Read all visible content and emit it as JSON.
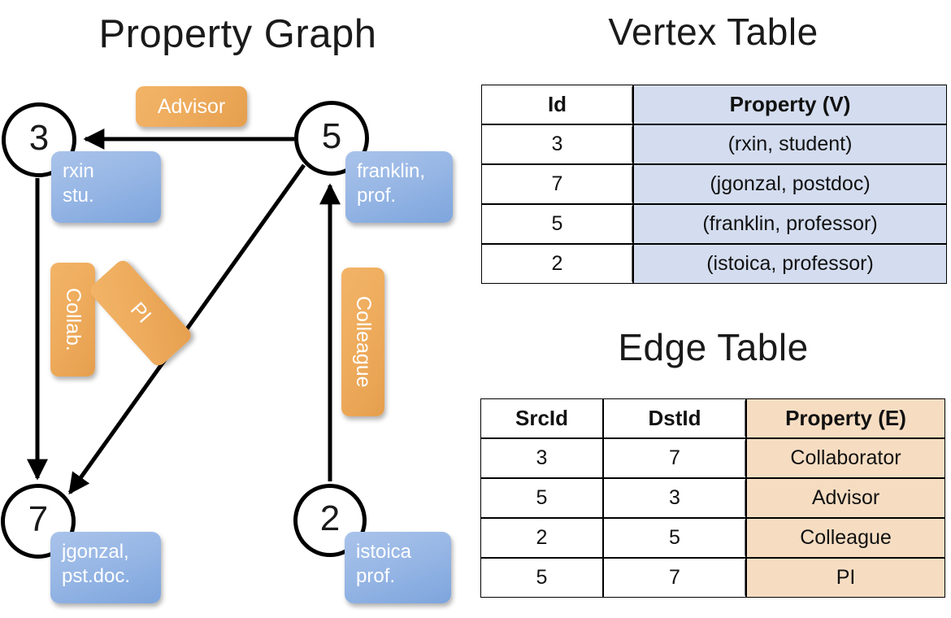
{
  "titles": {
    "property_graph": "Property Graph",
    "vertex_table": "Vertex Table",
    "edge_table": "Edge Table"
  },
  "graph": {
    "nodes": [
      {
        "id": "3",
        "property_line1": "rxin",
        "property_line2": "stu."
      },
      {
        "id": "5",
        "property_line1": "franklin,",
        "property_line2": "prof."
      },
      {
        "id": "7",
        "property_line1": "jgonzal,",
        "property_line2": "pst.doc."
      },
      {
        "id": "2",
        "property_line1": "istoica",
        "property_line2": "prof."
      }
    ],
    "edge_labels": {
      "advisor": "Advisor",
      "collab": "Collab.",
      "pi": "PI",
      "colleague": "Colleague"
    }
  },
  "vertex_table": {
    "headers": [
      "Id",
      "Property (V)"
    ],
    "rows": [
      {
        "id": "3",
        "property": "(rxin, student)"
      },
      {
        "id": "7",
        "property": "(jgonzal, postdoc)"
      },
      {
        "id": "5",
        "property": "(franklin, professor)"
      },
      {
        "id": "2",
        "property": "(istoica, professor)"
      }
    ]
  },
  "edge_table": {
    "headers": [
      "SrcId",
      "DstId",
      "Property (E)"
    ],
    "rows": [
      {
        "src": "3",
        "dst": "7",
        "property": "Collaborator"
      },
      {
        "src": "5",
        "dst": "3",
        "property": "Advisor"
      },
      {
        "src": "2",
        "dst": "5",
        "property": "Colleague"
      },
      {
        "src": "5",
        "dst": "7",
        "property": "PI"
      }
    ]
  },
  "colors": {
    "vertex_property_fill": "#d4ddef",
    "edge_property_fill": "#f6ddc2",
    "node_property_box": "#9bb9e6",
    "edge_label_box": "#eeab5c",
    "stroke": "#000000"
  }
}
